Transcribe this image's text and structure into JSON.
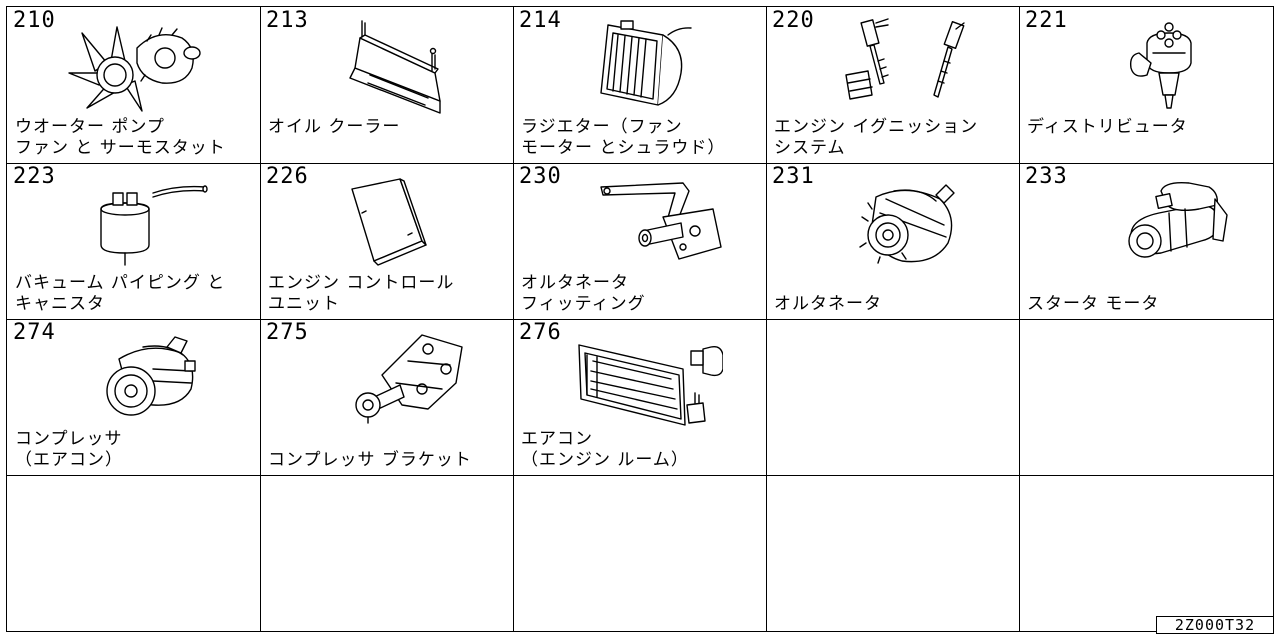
{
  "cells": [
    {
      "num": "210",
      "line1": "ウオーター ポンプ",
      "line2": "ファン と サーモスタット",
      "icon": "water-pump-icon"
    },
    {
      "num": "213",
      "line1": "オイル クーラー",
      "line2": "",
      "icon": "oil-cooler-icon"
    },
    {
      "num": "214",
      "line1": "ラジエター（ファン",
      "line2": "モーター とシュラウド）",
      "icon": "radiator-icon"
    },
    {
      "num": "220",
      "line1": "エンジン イグニッション",
      "line2": "システム",
      "icon": "ignition-icon"
    },
    {
      "num": "221",
      "line1": "ディストリビュータ",
      "line2": "",
      "icon": "distributor-icon"
    },
    {
      "num": "223",
      "line1": "バキューム パイピング と",
      "line2": "キャニスタ",
      "icon": "vacuum-canister-icon"
    },
    {
      "num": "226",
      "line1": "エンジン コントロール",
      "line2": "ユニット",
      "icon": "ecu-icon"
    },
    {
      "num": "230",
      "line1": "オルタネータ",
      "line2": "フィッティング",
      "icon": "alternator-bracket-icon"
    },
    {
      "num": "231",
      "line1": "",
      "line2": "オルタネータ",
      "icon": "alternator-icon"
    },
    {
      "num": "233",
      "line1": "",
      "line2": "スタータ モータ",
      "icon": "starter-motor-icon"
    },
    {
      "num": "274",
      "line1": "コンプレッサ",
      "line2": "（エアコン）",
      "icon": "compressor-icon"
    },
    {
      "num": "275",
      "line1": "",
      "line2": "コンプレッサ ブラケット",
      "icon": "compressor-bracket-icon"
    },
    {
      "num": "276",
      "line1": "エアコン",
      "line2": "（エンジン ルーム）",
      "icon": "aircon-condenser-icon"
    }
  ],
  "diagram_code": "2Z000T32"
}
